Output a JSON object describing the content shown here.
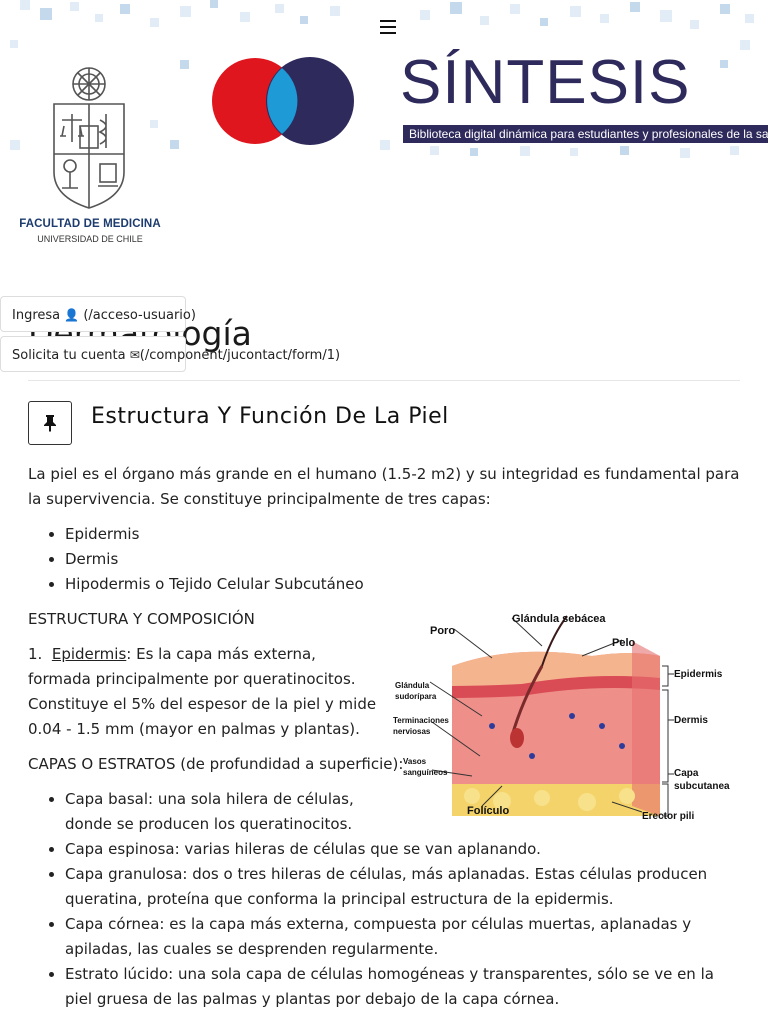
{
  "header": {
    "faculty_name": "FACULTAD DE MEDICINA",
    "university_name": "UNIVERSIDAD DE CHILE",
    "brand": "SÍNTESIS",
    "tagline": "Biblioteca digital dinámica para estudiantes y profesionales de la salud",
    "menu_icon": "hamburger-menu-icon"
  },
  "auth": {
    "login_label": "Ingresa",
    "login_path": "(/acceso-usuario)",
    "signup_label": "Solicita tu cuenta",
    "signup_path": "(/component/jucontact/form/1)"
  },
  "page": {
    "title": "Dermatología"
  },
  "article": {
    "title": "Estructura Y Función De La Piel",
    "intro": "La piel es el órgano más grande en el humano (1.5-2 m2) y su integridad es fundamental para la supervivencia. Se constituye principalmente de tres capas:",
    "layers": [
      "Epidermis",
      "Dermis",
      "Hipodermis o Tejido Celular Subcutáneo"
    ],
    "section_heading": "ESTRUCTURA Y COMPOSICIÓN",
    "epidermis_num": "1.",
    "epidermis_term": "Epidermis",
    "epidermis_text": ": Es la capa más externa, formada principalmente por queratinocitos. Constituye el 5% del espesor de la piel y mide 0.04 - 1.5 mm (mayor en palmas y plantas).",
    "strata_heading": "CAPAS O ESTRATOS (de profundidad a superficie):",
    "strata": [
      "Capa basal: una sola hilera de células, donde se producen los queratinocitos.",
      "Capa espinosa: varias hileras de células que se van aplanando.",
      "Capa granulosa: dos o tres hileras de células, más aplanadas. Estas células producen queratina, proteína que conforma la principal estructura de la epidermis.",
      "Capa córnea: es la capa más externa, compuesta por células muertas, aplanadas y apiladas, las cuales se desprenden regularmente.",
      "Estrato lúcido: una sola capa de células homogéneas y transparentes, sólo se ve en la piel gruesa de las palmas y plantas por debajo de la capa córnea."
    ]
  },
  "diagram": {
    "labels": {
      "gland_seb": "Glándula sebácea",
      "pore": "Poro",
      "hair": "Pelo",
      "sweat1": "Glándula",
      "sweat2": "sudorípara",
      "nerve1": "Terminaciones",
      "nerve2": "nerviosas",
      "vessel1": "Vasos",
      "vessel2": "sanguíneos",
      "follicle": "Folículo",
      "erector": "Erector pili",
      "epidermis": "Epidermis",
      "dermis": "Dermis",
      "sub1": "Capa",
      "sub2": "subcutanea"
    }
  }
}
